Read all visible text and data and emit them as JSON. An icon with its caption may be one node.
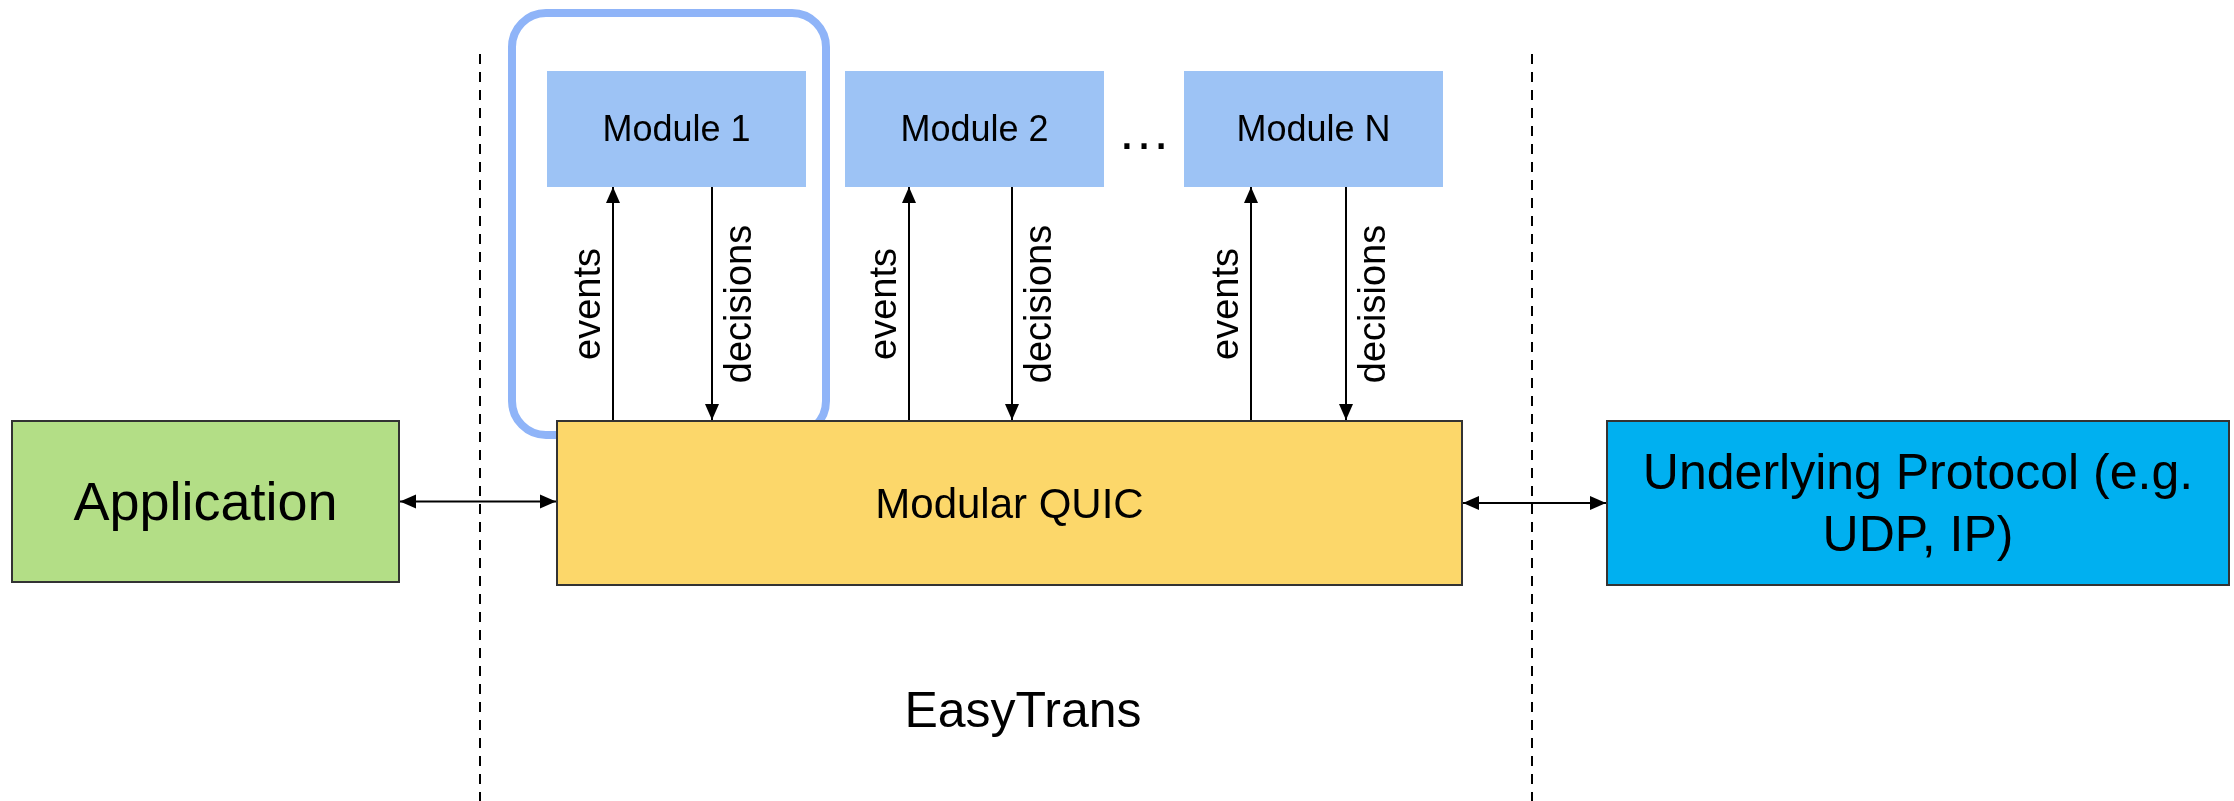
{
  "diagram": {
    "nodes": [
      {
        "text": [
          "Application"
        ]
      },
      {
        "text": [
          "Modular QUIC"
        ]
      },
      {
        "text": [
          "Underlying Protocol (e.g. UDP, IP)"
        ]
      },
      {
        "text": [
          "Module 1"
        ]
      },
      {
        "text": [
          "Module 2"
        ]
      },
      {
        "text": [
          "Module N"
        ]
      }
    ],
    "edges": [
      {
        "from": 0,
        "to": 1,
        "arrow": "both"
      },
      {
        "from": 1,
        "to": 2,
        "arrow": "both"
      },
      {
        "from": 1,
        "to": 3,
        "arrow": "to",
        "label": "events"
      },
      {
        "from": 3,
        "to": 1,
        "arrow": "to",
        "label": "decisions"
      },
      {
        "from": 1,
        "to": 4,
        "arrow": "to",
        "label": "events"
      },
      {
        "from": 4,
        "to": 1,
        "arrow": "to",
        "label": "decisions"
      },
      {
        "from": 1,
        "to": 5,
        "arrow": "to",
        "label": "events"
      },
      {
        "from": 5,
        "to": 1,
        "arrow": "to",
        "label": "decisions"
      }
    ],
    "labels": [
      "…",
      "EasyTrans"
    ]
  }
}
